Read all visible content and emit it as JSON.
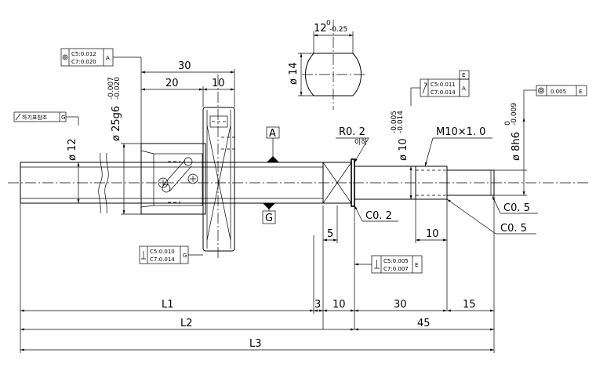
{
  "dimensions": {
    "len_30": "30",
    "len_20": "20",
    "len_10_top": "10",
    "dia_25": "ø 25g6",
    "dia_25_tol_upper": "-0.007",
    "dia_25_tol_lower": "-0.020",
    "dia_12": "ø 12",
    "dia_14": "ø 14",
    "width_12": "12",
    "width_12_tol": "-0.25",
    "width_12_tol_upper": "0",
    "radius": "R0. 2",
    "radius_note": "이하",
    "dia_10": "ø 10",
    "dia_10_tol_upper": "-0.005",
    "dia_10_tol_lower": "-0.014",
    "thread": "M10×1. 0",
    "dia_8": "ø 8h6",
    "dia_8_tol_upper": "0",
    "dia_8_tol_lower": "-0.009",
    "chamfer_1": "C0. 2",
    "chamfer_2": "C0. 5",
    "chamfer_3": "C0. 5",
    "len_5": "5",
    "len_10_thread": "10",
    "L1": "L1",
    "L2": "L2",
    "L3": "L3",
    "len_3": "3",
    "len_10_bottom": "10",
    "len_30_bottom": "30",
    "len_15": "15",
    "len_45": "45"
  },
  "datums": {
    "A": "A",
    "G": "G",
    "E": "E"
  },
  "tolerance_frames": {
    "runout_nut": {
      "symbol": "concentricity-icon",
      "line1": "C5:0.012",
      "line2": "C7:0.020",
      "datum": "A"
    },
    "straightness": {
      "symbol": "straightness-icon",
      "text": "하기표참조",
      "datum": "G"
    },
    "runout_journal": {
      "symbol": "circular-runout-icon",
      "line1": "C5:0.011",
      "line2": "C7:0.014",
      "datum": "A",
      "datum2": "E"
    },
    "concentricity_end": {
      "symbol": "concentricity-icon",
      "value": "0.005",
      "datum": "E"
    },
    "perp_flange": {
      "symbol": "perpendicularity-icon",
      "line1": "C5:0.010",
      "line2": "C7:0.014",
      "datum": "G"
    },
    "perp_shoulder": {
      "symbol": "perpendicularity-icon",
      "line1": "C5:0.005",
      "line2": "C7:0.007",
      "datum": "E"
    }
  }
}
